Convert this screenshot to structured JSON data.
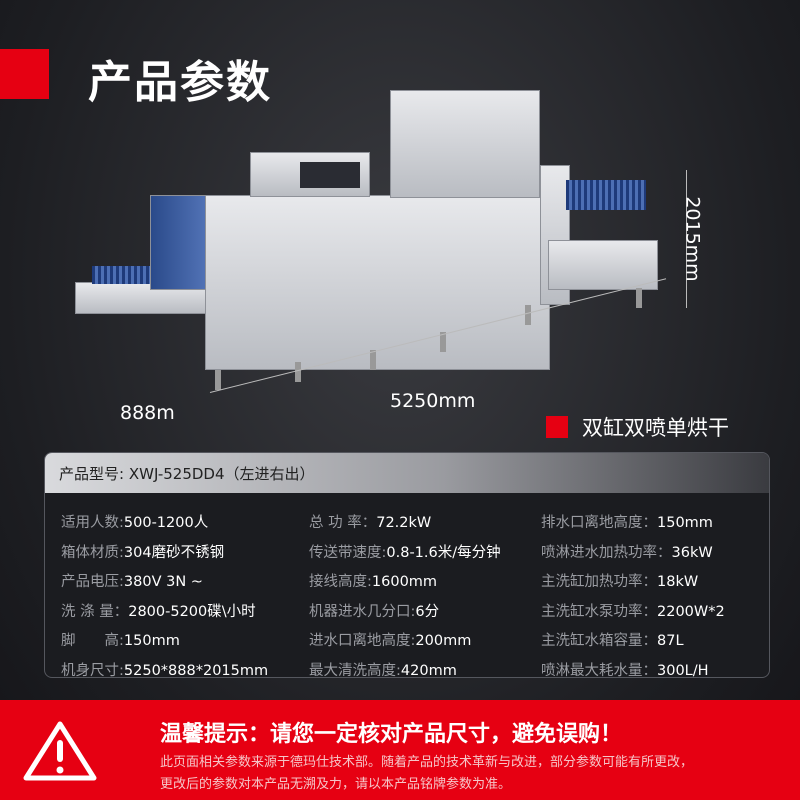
{
  "title": "产品参数",
  "dimensions": {
    "height": "2015mm",
    "length": "5250mm",
    "depth": "888m"
  },
  "tag": "双缸双喷单烘干",
  "model": {
    "label": "产品型号:",
    "value": "XWJ-525DD4（左进右出）"
  },
  "specs": [
    {
      "k": "适用人数:",
      "v": "500-1200人"
    },
    {
      "k": "总 功 率：",
      "v": "72.2kW"
    },
    {
      "k": "排水口离地高度：",
      "v": "150mm"
    },
    {
      "k": "箱体材质:",
      "v": "304磨砂不锈钢"
    },
    {
      "k": "传送带速度:",
      "v": "0.8-1.6米/每分钟"
    },
    {
      "k": "喷淋进水加热功率：",
      "v": "36kW"
    },
    {
      "k": "产品电压:",
      "v": "380V 3N ~"
    },
    {
      "k": "接线高度:",
      "v": "1600mm"
    },
    {
      "k": "主洗缸加热功率：",
      "v": "18kW"
    },
    {
      "k": "洗 涤 量：",
      "v": "2800-5200碟\\小时"
    },
    {
      "k": "机器进水几分口:",
      "v": "6分"
    },
    {
      "k": "主洗缸水泵功率：",
      "v": "2200W*2"
    },
    {
      "k": "脚　　高:",
      "v": "150mm"
    },
    {
      "k": "进水口离地高度:",
      "v": "200mm"
    },
    {
      "k": "主洗缸水箱容量：",
      "v": "87L"
    },
    {
      "k": "机身尺寸:",
      "v": "5250*888*2015mm"
    },
    {
      "k": "最大清洗高度:",
      "v": "420mm"
    },
    {
      "k": "喷淋最大耗水量：",
      "v": "300L/H"
    }
  ],
  "banner": {
    "title": "温馨提示：请您一定核对产品尺寸，避免误购！",
    "line1": "此页面相关参数来源于德玛仕技术部。随着产品的技术革新与改进，部分参数可能有所更改，",
    "line2": "更改后的参数对本产品无溯及力，请以本产品铭牌参数为准。"
  }
}
